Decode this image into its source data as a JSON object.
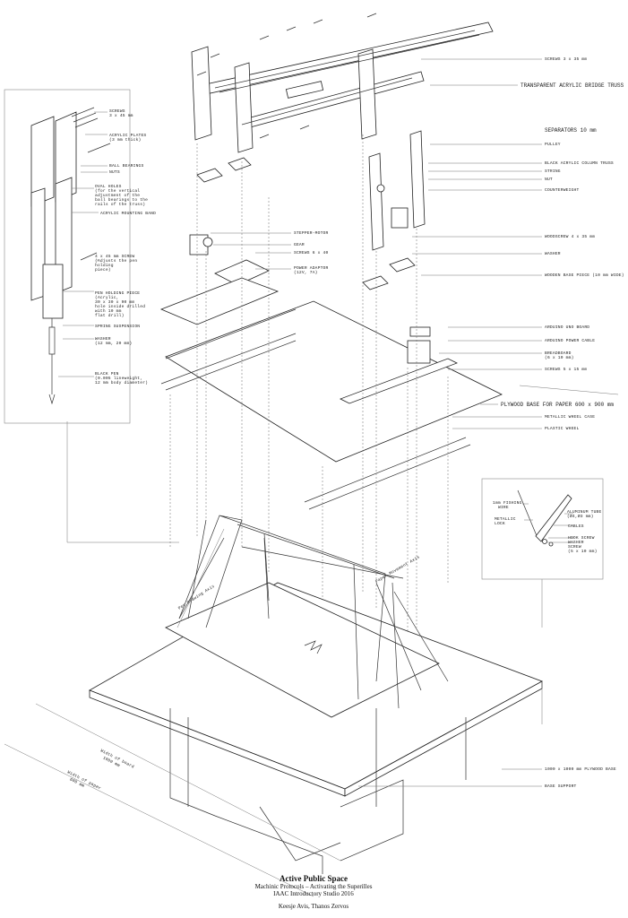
{
  "title": {
    "main": "Active Public Space",
    "line1": "Machinic Protocols – Activating the Superilles",
    "line2": "IAAC Introductory Studio 2016",
    "authors": "Keesje Avis, Thanos Zervos"
  },
  "right_labels": {
    "screws_3x35": "SCREWS 3 x 35 mm",
    "bridge_truss": "TRANSPARENT ACRYLIC BRIDGE TRUSS",
    "separators": "SEPARATORS 10 mm",
    "pulley": "PULLEY",
    "column_truss": "BLACK ACRYLIC COLUMN TRUSS",
    "string": "STRING",
    "nut": "NUT",
    "counterweight": "COUNTERWEIGHT",
    "woodscrew": "WOODSCREW 4 x 35 mm",
    "washer": "WASHER",
    "wooden_base": "WOODEN BASE PIECE (10 mm WIDE)",
    "arduino_board": "ARDUINO UNO BOARD",
    "arduino_cable": "ARDUINO POWER CABLE",
    "breadboard": "BREADBOARD",
    "breadboard_size": "(6 x 10 mm)",
    "screws_5x15": "SCREWS 5 x 15 mm",
    "plywood_paper": "PLYWOOD BASE FOR PAPER 600 x 900 mm",
    "wheel_case": "METALLIC WHEEL CASE",
    "plastic_wheel": "PLASTIC WHEEL",
    "plywood_base": "1000 x 1000 mm PLYWOOD BASE",
    "base_support": "BASE SUPPORT"
  },
  "center_labels": {
    "stepper": "STEPPER-MOTOR",
    "gear": "GEAR",
    "screws_6x40": "SCREWS 6 x 40",
    "power_adaptor": "POWER ADAPTOR",
    "power_adaptor_spec": "(12V, 7A)"
  },
  "left_inset": {
    "screws": [
      "SCREWS",
      "3 x 45 mm"
    ],
    "plates": [
      "ACRYLIC PLATES",
      "(3 mm thick)"
    ],
    "bearings": "BALL BEARINGS",
    "nuts": "NUTS",
    "oval": [
      "OVAL HOLES",
      "(for the vertical",
      "adjustment of the",
      "ball bearings to the",
      "rails of the truss)"
    ],
    "band": "ACRYLIC MOUNTING BAND",
    "screw45": [
      "4 x 45 mm SCREW",
      "(Adjusts the pen",
      "holding",
      "piece)"
    ],
    "pen_piece": [
      "PEN HOLDING PIECE",
      "(Acrylic,",
      "30 x 30 x 90 mm",
      "hole inside drilled",
      "with 10 mm",
      "flat drill)"
    ],
    "spring": "SPRING SUSPENSION",
    "washer": [
      "WASHER",
      "(12 mm, 20 mm)"
    ],
    "pen": [
      "BLACK PEN",
      "(0.005 lineweight,",
      "12 mm body diameter)"
    ]
  },
  "right_inset": {
    "wire": [
      "1mm FISHING",
      "WIRE"
    ],
    "lock": [
      "METALLIC",
      "LOCK"
    ],
    "tube": [
      "ALUMINUM TUBE",
      "(Ø4,Ø3 mm)"
    ],
    "cables": "CABLES",
    "hook": "HOOK SCREW",
    "washer": "WASHER",
    "screw": [
      "SCREW",
      "(5 x 10 mm)"
    ]
  },
  "axes": {
    "pen_axis": "Pen Drawing Axis",
    "paper_axis": "Paper Movement Axis",
    "board_width": [
      "Width of board",
      "1000 mm"
    ],
    "paper_width": [
      "Width of paper",
      "600 mm"
    ]
  }
}
